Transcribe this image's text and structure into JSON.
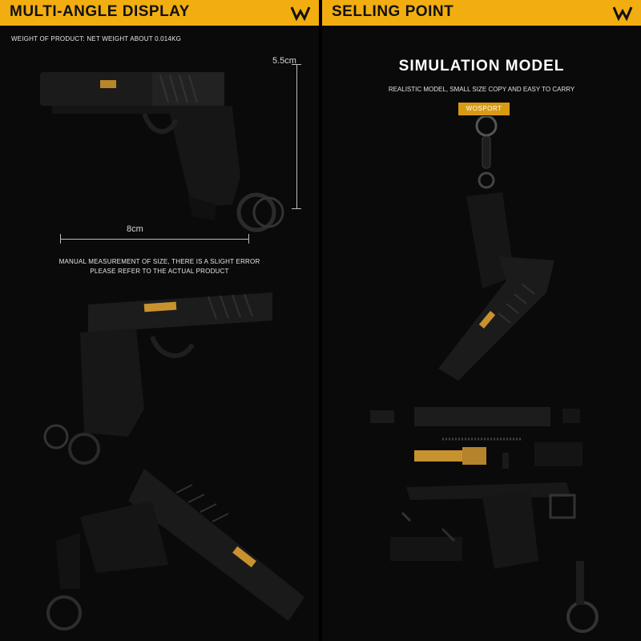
{
  "left_panel": {
    "header_title": "MULTI-ANGLE DISPLAY",
    "weight_text": "WEIGHT OF PRODUCT: NET WEIGHT ABOUT 0.014KG",
    "height_dim": "5.5cm",
    "length_dim": "8cm",
    "note_line1": "MANUAL MEASUREMENT OF SIZE, THERE IS A SLIGHT ERROR",
    "note_line2": "PLEASE REFER TO THE ACTUAL PRODUCT"
  },
  "right_panel": {
    "header_title": "SELLING POINT",
    "title": "SIMULATION MODEL",
    "subtitle": "REALISTIC MODEL, SMALL SIZE COPY AND EASY TO CARRY",
    "badge": "WOSPORT"
  },
  "colors": {
    "accent": "#f2ae10",
    "background": "#0a0a0a",
    "gold_barrel": "#c8922f"
  }
}
